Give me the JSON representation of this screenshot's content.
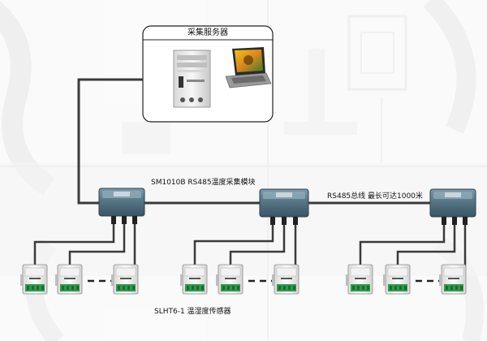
{
  "server": {
    "title": "采集服务器",
    "devices": [
      {
        "name": "tower-pc",
        "icon": "computer-tower-icon"
      },
      {
        "name": "laptop",
        "icon": "laptop-icon"
      }
    ]
  },
  "module": {
    "label": "SM1010B RS485温度采集模块",
    "count": 3
  },
  "bus": {
    "label": "RS485总线  最长可达1000米"
  },
  "sensor": {
    "label": "SLHT6-1 温湿度传感器",
    "groups": 3,
    "per_group": 3
  },
  "colors": {
    "cable": "#3a3a3a",
    "module_body": "#4a6878",
    "module_top": "#6f8c9c",
    "sensor_body": "#eeeeee",
    "terminal_green": "#2f9a4c",
    "background_grey": "#dcdcdc"
  }
}
